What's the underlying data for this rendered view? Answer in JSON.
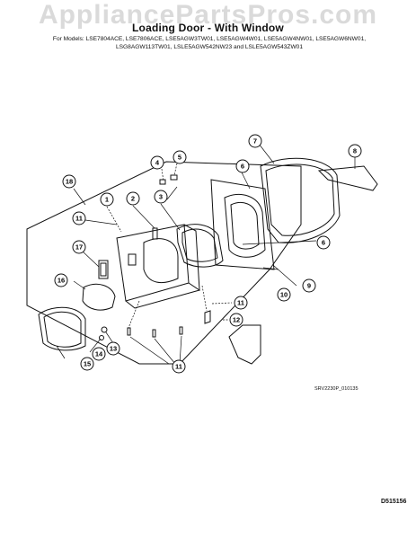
{
  "watermark": "AppliancePartsPros.com",
  "title": "Loading Door - With Window",
  "models_line1": "For Models: LSE7804ACE, LSE7806ACE, LSE5AGW3TW01, LSE5AGW4W01, LSE5AGW4NW01, LSE5AGW6NW01,",
  "models_line2": "LSG8AGW113TW01, LSLE5AGW542NW23 and LSLE5AGW543ZW01",
  "diagram_code": "SRV2230P_010135",
  "doc_code": "D515156",
  "callouts": [
    "1",
    "2",
    "3",
    "4",
    "5",
    "6",
    "6",
    "7",
    "8",
    "9",
    "10",
    "11",
    "11",
    "11",
    "12",
    "13",
    "14",
    "15",
    "16",
    "17",
    "18"
  ]
}
